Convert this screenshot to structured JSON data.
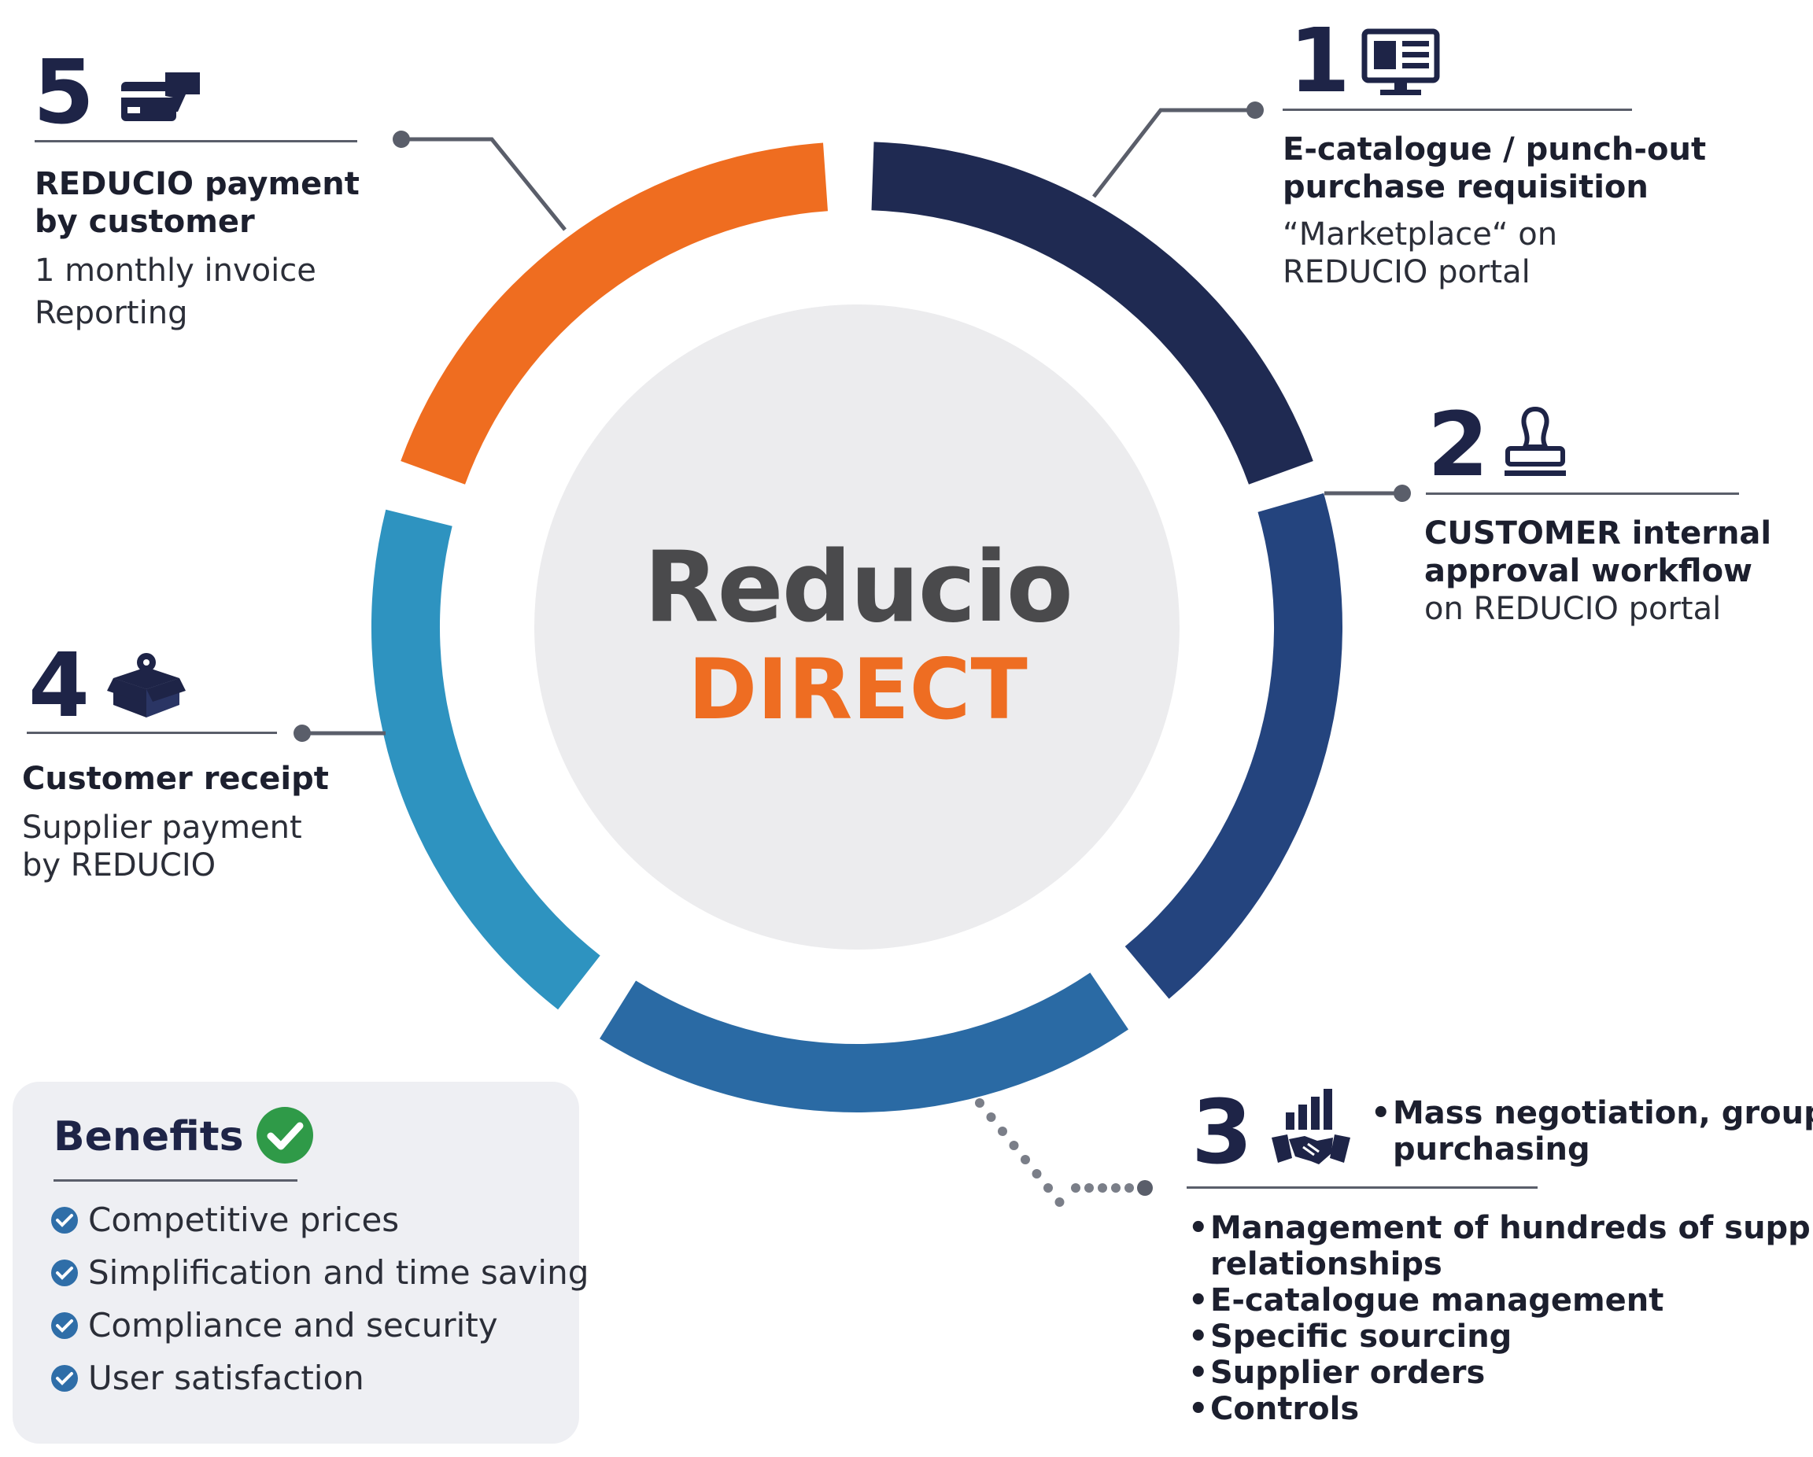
{
  "hub": {
    "brand": "Reducio",
    "sub": "DIRECT",
    "brand_color": "#4a4a4c",
    "accent_color": "#ee6d22"
  },
  "ring_colors": [
    "#1f2a52",
    "#24447e",
    "#2a6aa4",
    "#2e93c0",
    "#ef6d20"
  ],
  "steps": [
    {
      "number": "1",
      "icon": "computer-catalog-icon",
      "title": "E-catalogue / punch-out purchase requisition",
      "title_lines": [
        "E-catalogue / punch-out",
        "purchase requisition"
      ],
      "body_lines": [
        "“Marketplace“ on",
        "REDUCIO portal"
      ]
    },
    {
      "number": "2",
      "icon": "approval-stamp-icon",
      "title_lines": [
        "CUSTOMER internal",
        "approval workflow"
      ],
      "body_lines": [
        "on REDUCIO portal"
      ]
    },
    {
      "number": "3",
      "icon": "handshake-chart-icon",
      "header_bullet": "Mass negotiation, group purchasing",
      "header_lines": [
        "Mass negotiation, group",
        "purchasing"
      ],
      "bullets": [
        "Management of hundreds of supplier relationships",
        "E-catalogue management",
        "Specific sourcing",
        "Supplier orders",
        "Controls"
      ],
      "bullet_first_lines": [
        "Management of hundreds of supplier",
        "relationships"
      ]
    },
    {
      "number": "4",
      "icon": "package-box-icon",
      "title_lines": [
        "Customer receipt"
      ],
      "body_lines": [
        "Supplier payment",
        "by REDUCIO"
      ]
    },
    {
      "number": "5",
      "icon": "card-payment-icon",
      "title_lines": [
        "REDUCIO payment",
        "by customer"
      ],
      "body_lines": [
        "1 monthly invoice",
        "Reporting"
      ]
    }
  ],
  "benefits": {
    "title": "Benefits",
    "items": [
      "Competitive prices",
      "Simplification and time saving",
      "Compliance and security",
      "User satisfaction"
    ]
  }
}
